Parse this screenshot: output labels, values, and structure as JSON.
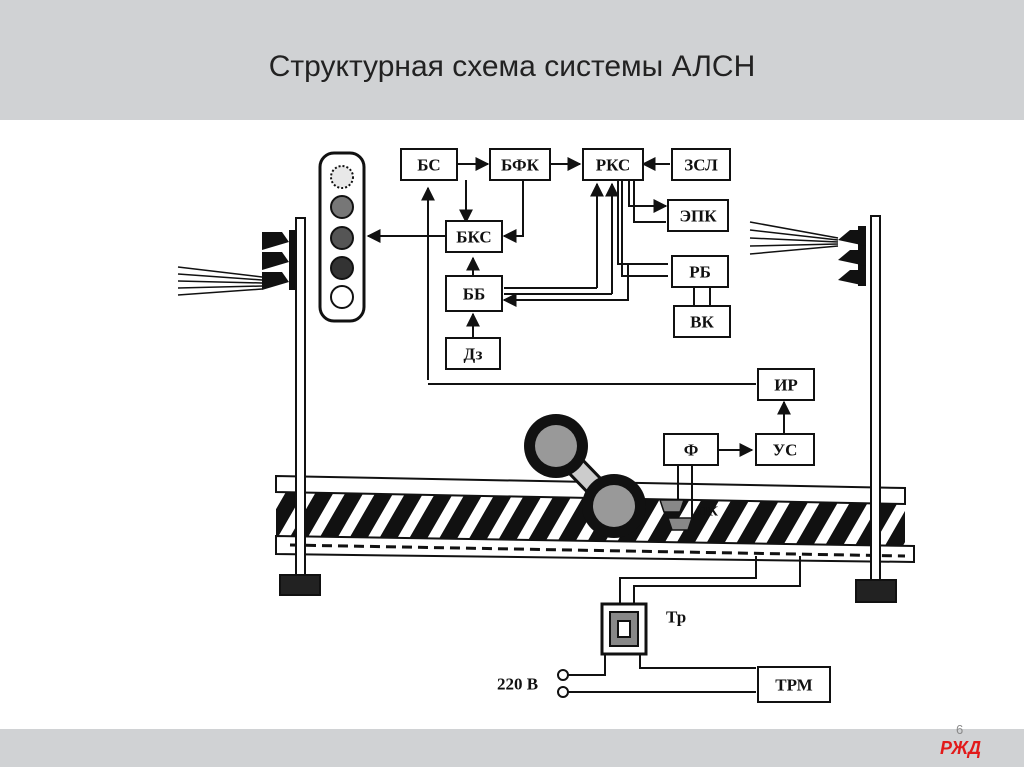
{
  "title": "Структурная схема системы АЛСН",
  "page_number": "6",
  "logo": "РЖД logo",
  "diagram": {
    "blocks": {
      "bs": "БС",
      "bfk": "БФК",
      "rks": "РКС",
      "zsl": "ЗСЛ",
      "epk": "ЭПК",
      "bks": "БКС",
      "rb": "РБ",
      "bb": "ББ",
      "vk": "ВК",
      "dz": "Дз",
      "ir": "ИР",
      "f": "Ф",
      "us": "УС",
      "trm": "ТРМ"
    },
    "labels": {
      "pk": "ПК",
      "tr": "Тр",
      "voltage": "220 В"
    }
  }
}
